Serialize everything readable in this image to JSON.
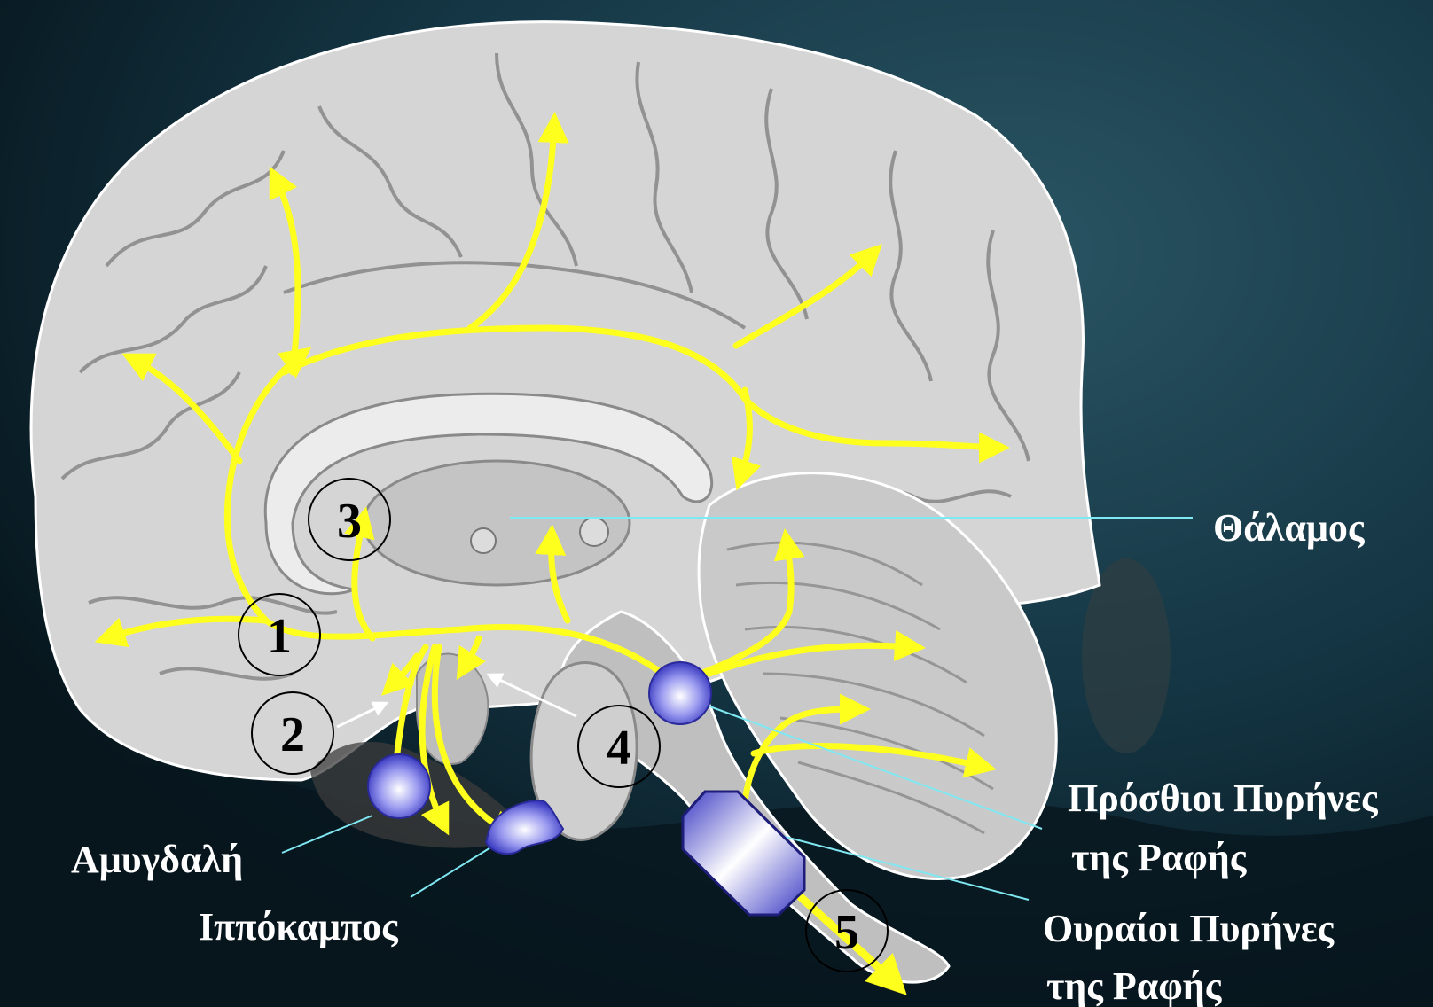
{
  "labels": {
    "thalamus": "Θάλαμος",
    "anterior_raphe_line1": "Πρόσθιοι Πυρήνες",
    "anterior_raphe_line2": "της Ραφής",
    "caudal_raphe_line1": "Ουραίοι Πυρήνες",
    "caudal_raphe_line2": "της Ραφής",
    "amygdala": "Αμυγδαλή",
    "hippocampus": "Ιππόκαμπος"
  },
  "numbers": {
    "n1": "1",
    "n2": "2",
    "n3": "3",
    "n4": "4",
    "n5": "5"
  },
  "colors": {
    "background": "#0b2430",
    "brain": "#d3d3d3",
    "pathway": "#ffff1e",
    "nucleus": "#5b5bd6",
    "leader_line": "#7fe8f2",
    "label": "#ffffff"
  }
}
